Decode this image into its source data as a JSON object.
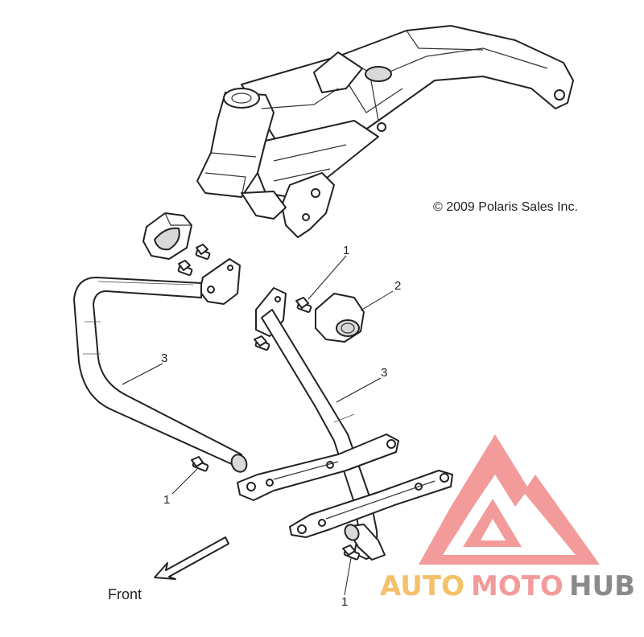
{
  "copyright": "© 2009 Polaris Sales Inc.",
  "direction_label": "Front",
  "callouts": {
    "c1_top": "1",
    "c2": "2",
    "c3_left": "3",
    "c3_right": "3",
    "c1_left": "1",
    "c1_bottom": "1"
  },
  "watermark": {
    "auto": "AUTO",
    "moto": "MOTO",
    "hub": "HUB",
    "colors": {
      "auto": "#f5c06a",
      "moto": "#f39a9a",
      "hub": "#8a8a8a",
      "logo": "#f28a8a"
    }
  },
  "icons": [
    "front-arrow-icon",
    "watermark-logo-icon"
  ]
}
